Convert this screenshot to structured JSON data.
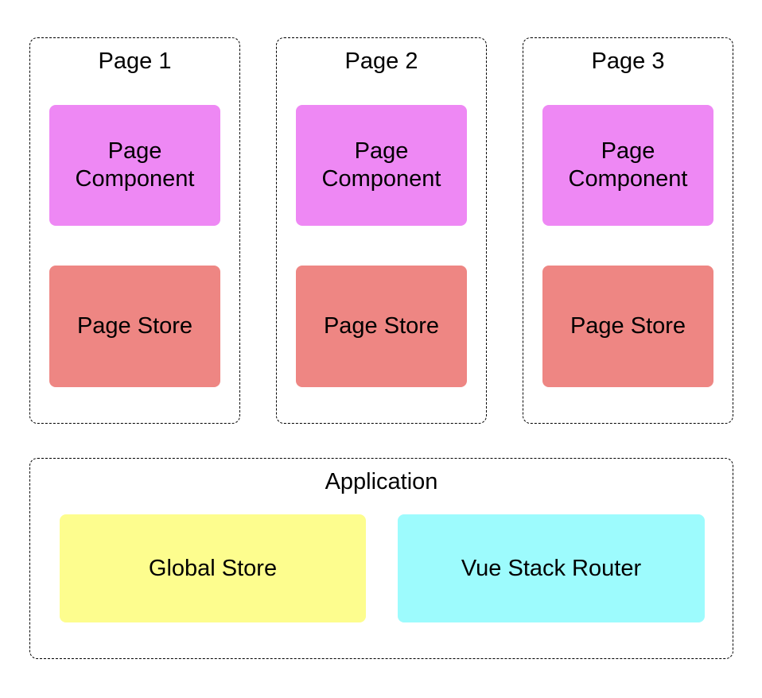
{
  "pages": [
    {
      "title": "Page 1",
      "component_label": "Page\nComponent",
      "store_label": "Page Store"
    },
    {
      "title": "Page 2",
      "component_label": "Page\nComponent",
      "store_label": "Page Store"
    },
    {
      "title": "Page 3",
      "component_label": "Page\nComponent",
      "store_label": "Page Store"
    }
  ],
  "application": {
    "title": "Application",
    "global_store_label": "Global Store",
    "router_label": "Vue Stack Router"
  },
  "colors": {
    "page_component": "#EE88F4",
    "page_store": "#EE8683",
    "global_store": "#FDFD8E",
    "router": "#9DFBFD",
    "border": "#000000"
  }
}
